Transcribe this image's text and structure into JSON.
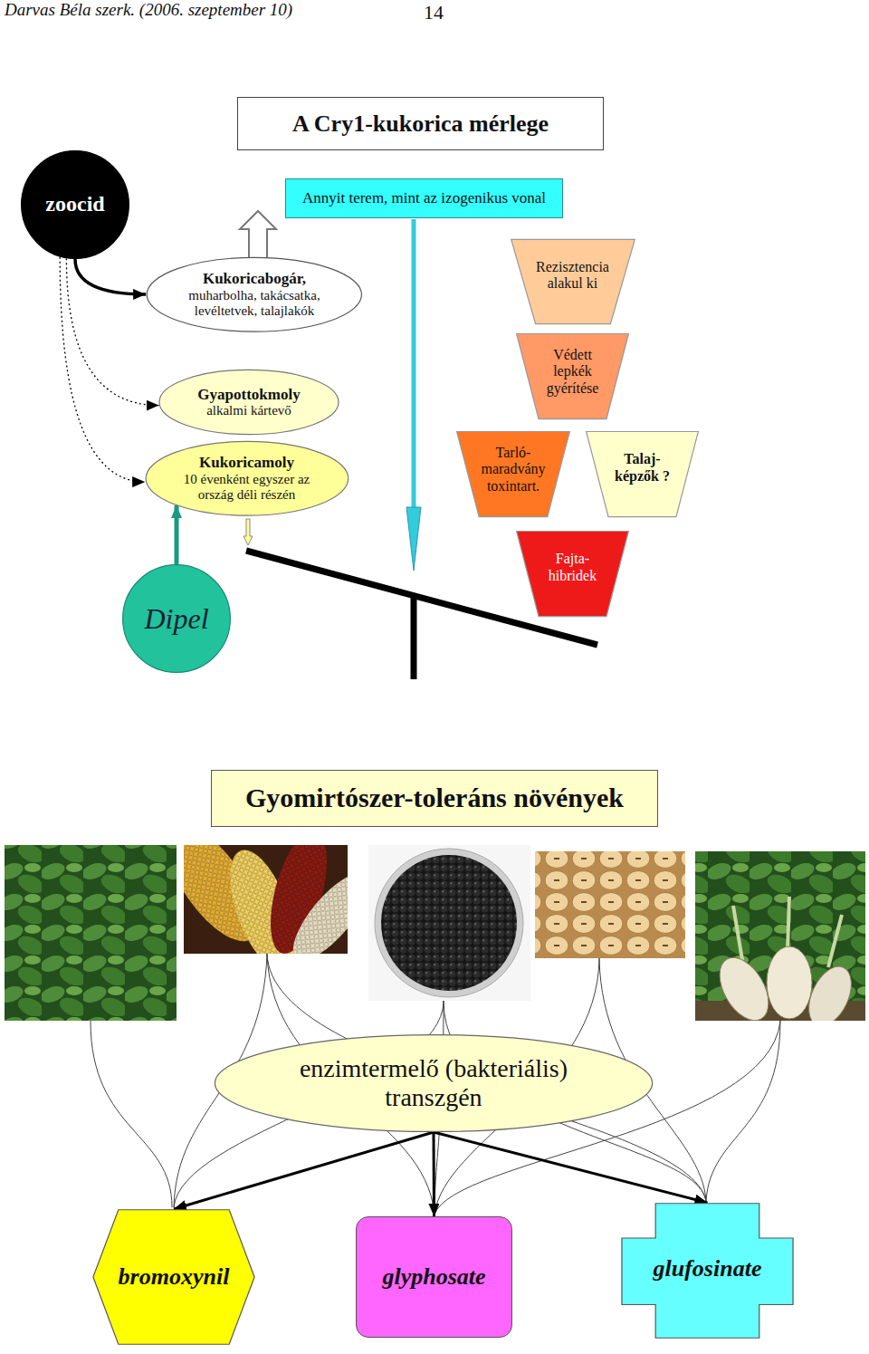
{
  "diagram": {
    "nodes": [
      {
        "text": [
          "A Cry1-kukorica mérlege"
        ]
      },
      {
        "text": [
          "zoocid"
        ]
      },
      {
        "text": [
          "Annyit terem, mint az izogenikus vonal"
        ]
      },
      {
        "text": [
          "Kukoricabogár,",
          "muharbolha, takácsatka, levéltetvek, talajlakók"
        ]
      },
      {
        "text": [
          "Rezisztencia alakul ki"
        ]
      },
      {
        "text": [
          "Védett lepkék gyérítése"
        ]
      },
      {
        "text": [
          "Gyapottokmoly",
          "alkalmi kártevő"
        ]
      },
      {
        "text": [
          "Kukoricamoly",
          "10 évenként egyszer az ország déli részén"
        ]
      },
      {
        "text": [
          "Tarló- maradvány toxintart."
        ]
      },
      {
        "text": [
          "Talaj- képzők ?"
        ]
      },
      {
        "text": [
          "Fajta- hibridek"
        ]
      },
      {
        "text": [
          "Dipel"
        ]
      },
      {
        "text": [
          "Gyomirtószer-toleráns növények"
        ]
      },
      {
        "text": [
          "enzimtermelő (bakteriális) transzgén"
        ]
      },
      {
        "text": [
          "bromoxynil"
        ]
      },
      {
        "text": [
          "glyphosate"
        ]
      },
      {
        "text": [
          "glufosinate"
        ]
      }
    ],
    "edges": [
      {
        "from": 1,
        "to": 3,
        "arrow": "to"
      },
      {
        "from": 1,
        "to": 6,
        "arrow": "to"
      },
      {
        "from": 1,
        "to": 7,
        "arrow": "to"
      },
      {
        "from": 11,
        "to": 7,
        "arrow": "to"
      },
      {
        "from": 13,
        "to": 14,
        "arrow": "to"
      },
      {
        "from": 13,
        "to": 15,
        "arrow": "to"
      },
      {
        "from": 13,
        "to": 16,
        "arrow": "to"
      }
    ],
    "labels": [
      "Darvas Béla szerk. (2006. szeptember 10)",
      "14"
    ]
  }
}
